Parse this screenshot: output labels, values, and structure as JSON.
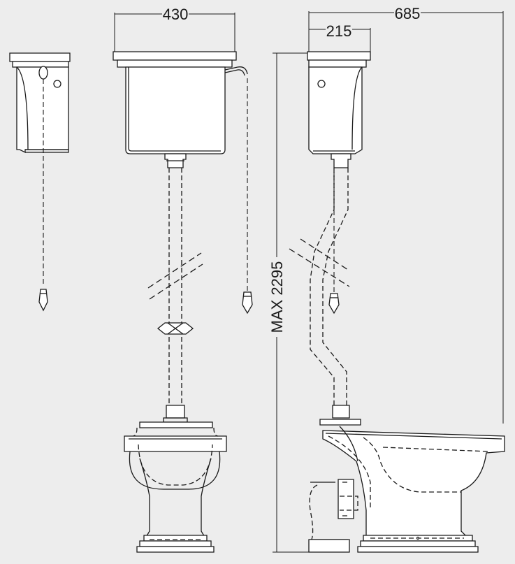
{
  "dimensions": {
    "cistern_width": "430",
    "overall_depth": "685",
    "cistern_depth": "215",
    "max_height": "MAX 2295"
  }
}
